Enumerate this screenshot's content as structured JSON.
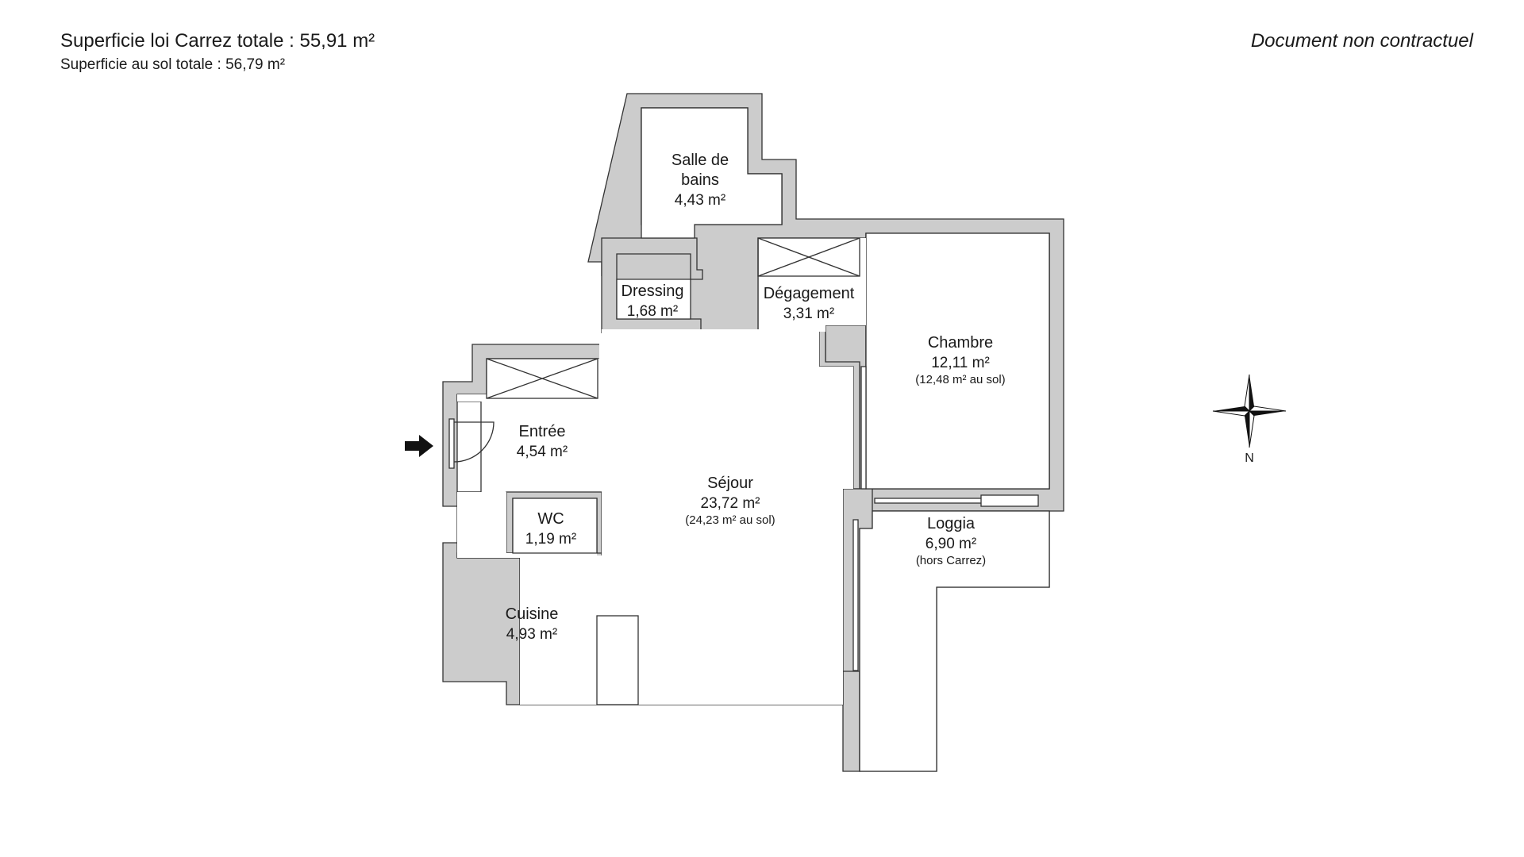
{
  "header": {
    "carrez_total": "Superficie loi Carrez totale :  55,91 m²",
    "sol_total": "Superficie au sol totale :  56,79 m²",
    "disclaimer": "Document non contractuel"
  },
  "compass": {
    "label": "N"
  },
  "rooms": {
    "salle_de_bains": {
      "name1": "Salle de",
      "name2": "bains",
      "area": "4,43 m²"
    },
    "dressing": {
      "name": "Dressing",
      "area": "1,68 m²"
    },
    "degagement": {
      "name": "Dégagement",
      "area": "3,31 m²"
    },
    "chambre": {
      "name": "Chambre",
      "area": "12,11 m²",
      "note": "(12,48 m² au sol)"
    },
    "entree": {
      "name": "Entrée",
      "area": "4,54 m²"
    },
    "sejour": {
      "name": "Séjour",
      "area": "23,72 m²",
      "note": "(24,23 m² au sol)"
    },
    "wc": {
      "name": "WC",
      "area": "1,19 m²"
    },
    "loggia": {
      "name": "Loggia",
      "area": "6,90 m²",
      "note": "(hors Carrez)"
    },
    "cuisine": {
      "name": "Cuisine",
      "area": "4,93 m²"
    }
  },
  "colors": {
    "wall_fill": "#cccccc",
    "line": "#333333"
  },
  "icons": [
    "entrance-arrow-icon",
    "compass-rose-icon"
  ]
}
